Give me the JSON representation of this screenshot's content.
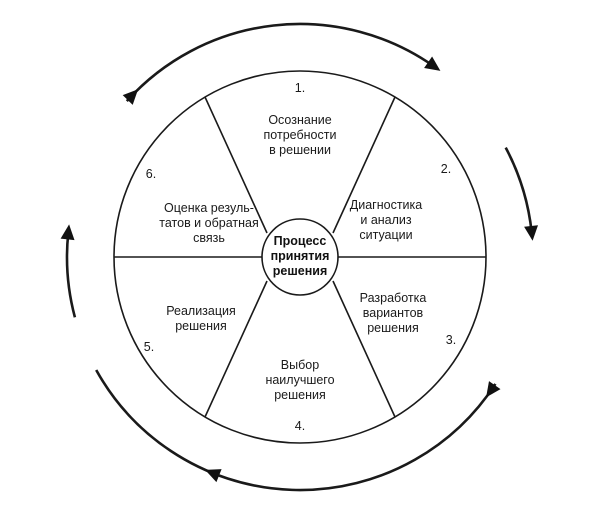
{
  "center": {
    "lines": [
      "Процесс",
      "принятия",
      "решения"
    ]
  },
  "stages": [
    {
      "number": "1.",
      "lines": [
        "Осознание",
        "потребности",
        "в решении"
      ]
    },
    {
      "number": "2.",
      "lines": [
        "Диагностика",
        "и анализ",
        "ситуации"
      ]
    },
    {
      "number": "3.",
      "lines": [
        "Разработка",
        "вариантов",
        "решения"
      ]
    },
    {
      "number": "4.",
      "lines": [
        "Выбор",
        "наилучшего",
        "решения"
      ]
    },
    {
      "number": "5.",
      "lines": [
        "Реализация",
        "решения"
      ]
    },
    {
      "number": "6.",
      "lines": [
        "Оценка резуль-",
        "татов и обратная",
        "связь"
      ]
    }
  ]
}
